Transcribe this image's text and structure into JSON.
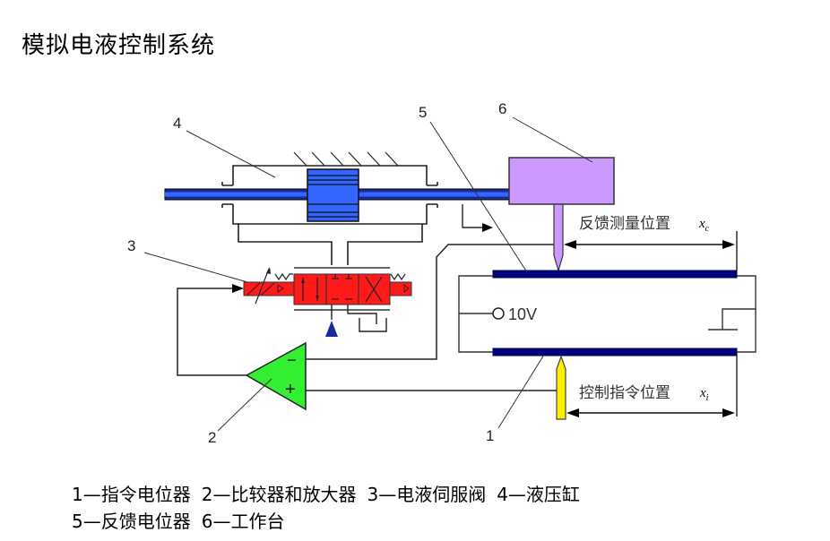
{
  "title": "模拟电液控制系统",
  "diagram": {
    "callouts": [
      "1",
      "2",
      "3",
      "4",
      "5",
      "6"
    ],
    "voltage_label": "10V",
    "comparator_minus": "−",
    "comparator_plus": "+",
    "feedback_label": "反馈测量位置",
    "feedback_symbol": "x",
    "feedback_subscript": "c",
    "command_label": "控制指令位置",
    "command_symbol": "x",
    "command_subscript": "i",
    "colors": {
      "cylinder_piston": "#3366ff",
      "rod": "#1a2a9a",
      "table": "#cc99ff",
      "valve": "#ff1a1a",
      "comparator": "#33ee33",
      "potentiometer": "#000080",
      "command_wiper": "#ffee00",
      "pressure_source": "#1a2a9a"
    }
  },
  "legend": {
    "line1": [
      "1—指令电位器",
      "2—比较器和放大器",
      "3—电液伺服阀",
      "4—液压缸"
    ],
    "line2": [
      "5—反馈电位器",
      "6—工作台"
    ]
  }
}
